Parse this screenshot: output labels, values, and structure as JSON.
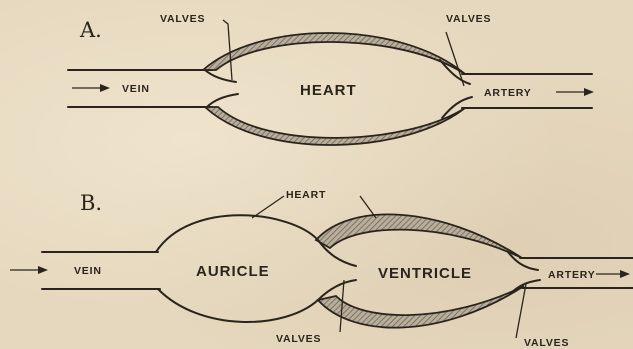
{
  "diagram_a": {
    "letter": "A.",
    "valves_left": "VALVES",
    "valves_right": "VALVES",
    "heart": "HEART",
    "vein": "VEIN",
    "artery": "ARTERY"
  },
  "diagram_b": {
    "letter": "B.",
    "heart": "HEART",
    "vein": "VEIN",
    "auricle": "AURICLE",
    "ventricle": "VENTRICLE",
    "artery": "ARTERY",
    "valves_left": "VALVES",
    "valves_right": "VALVES"
  }
}
